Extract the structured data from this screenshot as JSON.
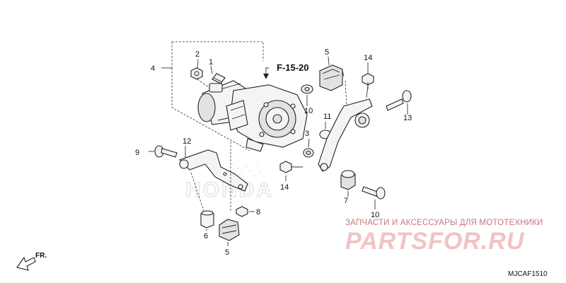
{
  "diagram": {
    "callouts": [
      {
        "id": "c1",
        "text": "1"
      },
      {
        "id": "c2",
        "text": "2"
      },
      {
        "id": "c3",
        "text": "3"
      },
      {
        "id": "c4",
        "text": "4"
      },
      {
        "id": "c5a",
        "text": "5"
      },
      {
        "id": "c5b",
        "text": "5"
      },
      {
        "id": "c6",
        "text": "6"
      },
      {
        "id": "c7",
        "text": "7"
      },
      {
        "id": "c8",
        "text": "8"
      },
      {
        "id": "c9",
        "text": "9"
      },
      {
        "id": "c10a",
        "text": "10"
      },
      {
        "id": "c10b",
        "text": "10"
      },
      {
        "id": "c11",
        "text": "11"
      },
      {
        "id": "c12",
        "text": "12"
      },
      {
        "id": "c13",
        "text": "13"
      },
      {
        "id": "c14a",
        "text": "14"
      },
      {
        "id": "c14b",
        "text": "14"
      }
    ],
    "reference": "F-15-20",
    "front_marker": "FR.",
    "diagram_code": "MJCAF1510"
  },
  "watermark": {
    "tagline": "ЗАПЧАСТИ И АКСЕССУАРЫ ДЛЯ МОТОТЕХНИКИ",
    "brand": "PARTSFOR.RU",
    "background_logo": "HONDA"
  },
  "colors": {
    "line": "#222222",
    "watermark_text": "#c8757b",
    "watermark_brand": "#f1c3c6"
  }
}
